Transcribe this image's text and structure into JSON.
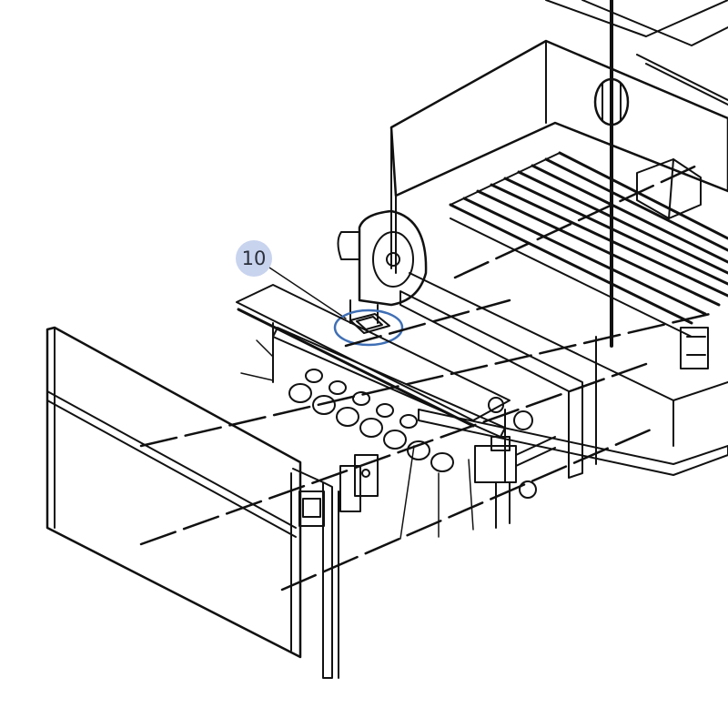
{
  "diagram": {
    "type": "exploded-view parts drawing",
    "subject": "gas boiler / furnace assembly with burner manifold, blower, heat exchanger, front panel",
    "callouts": [
      {
        "number": "10",
        "target": "burner-blower-mount-plate",
        "highlight_color": "#3f6fb5",
        "badge_color": "#c8d3ee"
      }
    ]
  }
}
